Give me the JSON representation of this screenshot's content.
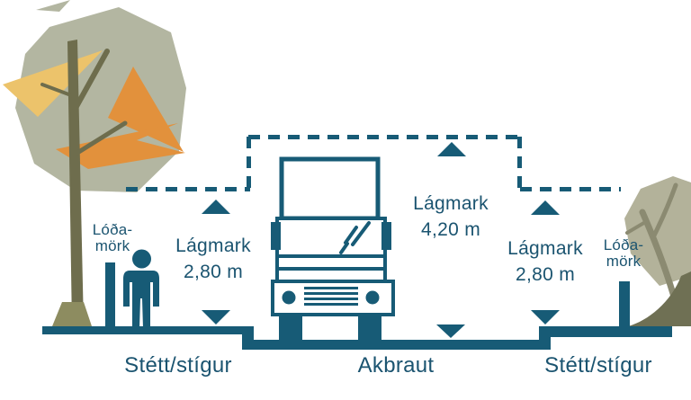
{
  "diagram": {
    "title": "Street cross-section clearance diagram",
    "language": "Icelandic"
  },
  "labels": {
    "boundary_left": {
      "line1": "Lóða-",
      "line2": "mörk"
    },
    "boundary_right": {
      "line1": "Lóða-",
      "line2": "mörk"
    },
    "clearance_left": {
      "line1": "Lágmark",
      "line2": "2,80 m"
    },
    "clearance_center": {
      "line1": "Lágmark",
      "line2": "4,20 m"
    },
    "clearance_right": {
      "line1": "Lágmark",
      "line2": "2,80 m"
    },
    "ground_left": "Stétt/stígur",
    "ground_center": "Akbraut",
    "ground_right": "Stétt/stígur"
  },
  "measurements": {
    "sidewalk_min_clearance": "2,80 m",
    "road_min_clearance": "4,20 m"
  },
  "icons": [
    "tree-icon",
    "person-icon",
    "truck-icon",
    "bush-icon",
    "up-arrow-icon",
    "down-arrow-icon"
  ],
  "colors": {
    "bg": "#FFFFFF",
    "teal": "#175B76",
    "text": "#1B5470",
    "canopy": "#B3B6A1",
    "yellow": "#ECC36B",
    "orange": "#E2913C",
    "trunk-left": "#6E6D4D",
    "trunk-base": "#8D8C60",
    "foliage-right": "#B3B29A",
    "trunk-right": "#8B8A71",
    "mound": "#6F7054"
  }
}
